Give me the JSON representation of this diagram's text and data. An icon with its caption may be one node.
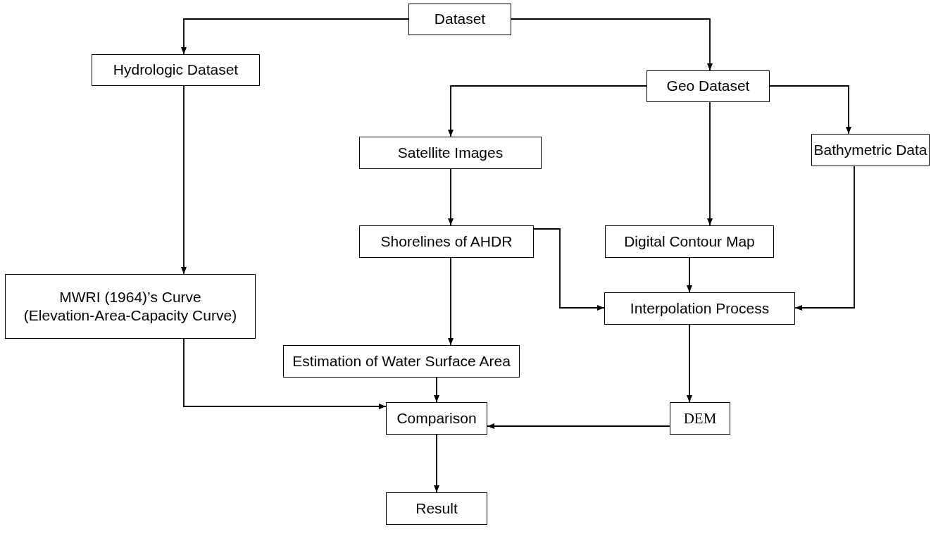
{
  "diagram": {
    "nodes": [
      {
        "text": [
          "Dataset"
        ]
      },
      {
        "text": [
          "Hydrologic Dataset"
        ]
      },
      {
        "text": [
          "Geo Dataset"
        ]
      },
      {
        "text": [
          "Satellite Images"
        ]
      },
      {
        "text": [
          "Bathymetric Data"
        ]
      },
      {
        "text": [
          "Shorelines of AHDR"
        ]
      },
      {
        "text": [
          "Digital Contour Map"
        ]
      },
      {
        "text": [
          "MWRI (1964)’s Curve",
          "(Elevation-Area-Capacity Curve)"
        ]
      },
      {
        "text": [
          "Interpolation Process"
        ]
      },
      {
        "text": [
          "Estimation of Water Surface Area"
        ]
      },
      {
        "text": [
          "DEM"
        ]
      },
      {
        "text": [
          "Comparison"
        ]
      },
      {
        "text": [
          "Result"
        ]
      }
    ],
    "edges": [
      {
        "from": 0,
        "to": 1,
        "arrow": "to"
      },
      {
        "from": 0,
        "to": 2,
        "arrow": "to"
      },
      {
        "from": 2,
        "to": 3,
        "arrow": "to"
      },
      {
        "from": 2,
        "to": 4,
        "arrow": "to"
      },
      {
        "from": 2,
        "to": 6,
        "arrow": "to"
      },
      {
        "from": 1,
        "to": 7,
        "arrow": "to"
      },
      {
        "from": 3,
        "to": 5,
        "arrow": "to"
      },
      {
        "from": 5,
        "to": 8,
        "arrow": "to"
      },
      {
        "from": 6,
        "to": 8,
        "arrow": "to"
      },
      {
        "from": 4,
        "to": 8,
        "arrow": "to"
      },
      {
        "from": 5,
        "to": 9,
        "arrow": "to"
      },
      {
        "from": 7,
        "to": 11,
        "arrow": "to"
      },
      {
        "from": 9,
        "to": 11,
        "arrow": "to"
      },
      {
        "from": 10,
        "to": 11,
        "arrow": "to"
      },
      {
        "from": 8,
        "to": 10,
        "arrow": "to"
      },
      {
        "from": 11,
        "to": 12,
        "arrow": "to"
      }
    ]
  }
}
